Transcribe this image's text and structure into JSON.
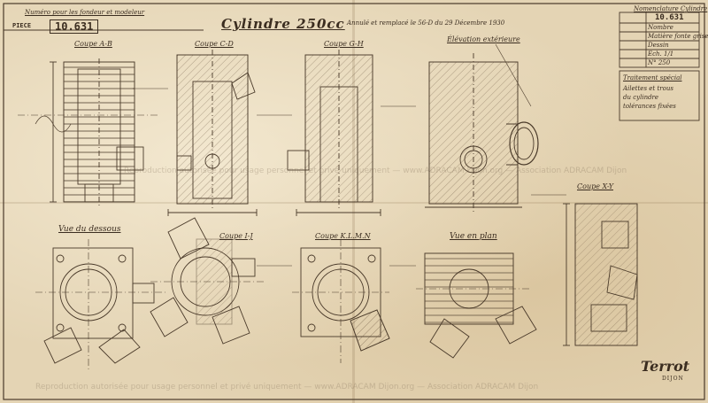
{
  "header": {
    "note": "Numéro pour les fondeur et modeleur",
    "piece_label": "PIECE",
    "piece_number": "10.631",
    "title": "Cylindre 250cc",
    "annul_note": "Annulé et remplacé le 56-D du 29 Décembre 1930"
  },
  "views": {
    "coupe_ab": "Coupe A-B",
    "coupe_cd": "Coupe C-D",
    "coupe_gh": "Coupe G-H",
    "elevation": "Élévation extérieure",
    "vue_dessous": "Vue du dessous",
    "coupe_ij": "Coupe I-J",
    "coupe_kl": "Coupe K.L.M.N",
    "vue_plan": "Vue en plan",
    "coupe_xy": "Coupe X-Y"
  },
  "title_block": {
    "heading": "Nomenclature Cylindre",
    "number": "10.631",
    "rows": [
      "Nombre",
      "Matière fonte grise",
      "Dessin",
      "Ech. 1/1",
      "N° 250"
    ],
    "notes_heading": "Traitement spécial",
    "notes": [
      "Ailettes et trous",
      "du cylindre",
      "tolérances fixées"
    ]
  },
  "brand": {
    "name": "Terrot",
    "city": "DIJON"
  },
  "watermark": "Reproduction autorisée pour usage personnel et privé uniquement — www.ADRACAM Dijon.org — Association ADRACAM Dijon"
}
